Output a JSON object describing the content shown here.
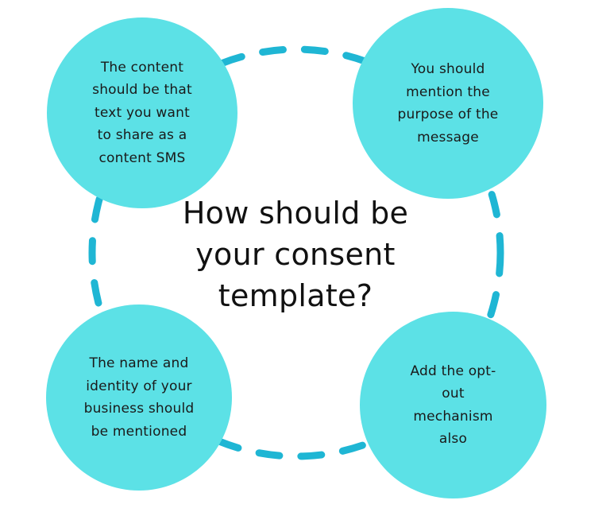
{
  "colors": {
    "bubble_fill": "#5ce1e6",
    "ring_dash": "#1fb6d4",
    "text": "#111111",
    "background": "#ffffff"
  },
  "center": {
    "title": "How should be your consent template?"
  },
  "bubbles": {
    "top_left": "The content should be that text you want to share as a content SMS",
    "top_right": "You should mention the purpose of the message",
    "bottom_left": "The name and identity of your business should be mentioned",
    "bottom_right": "Add the opt-out mechanism also"
  }
}
